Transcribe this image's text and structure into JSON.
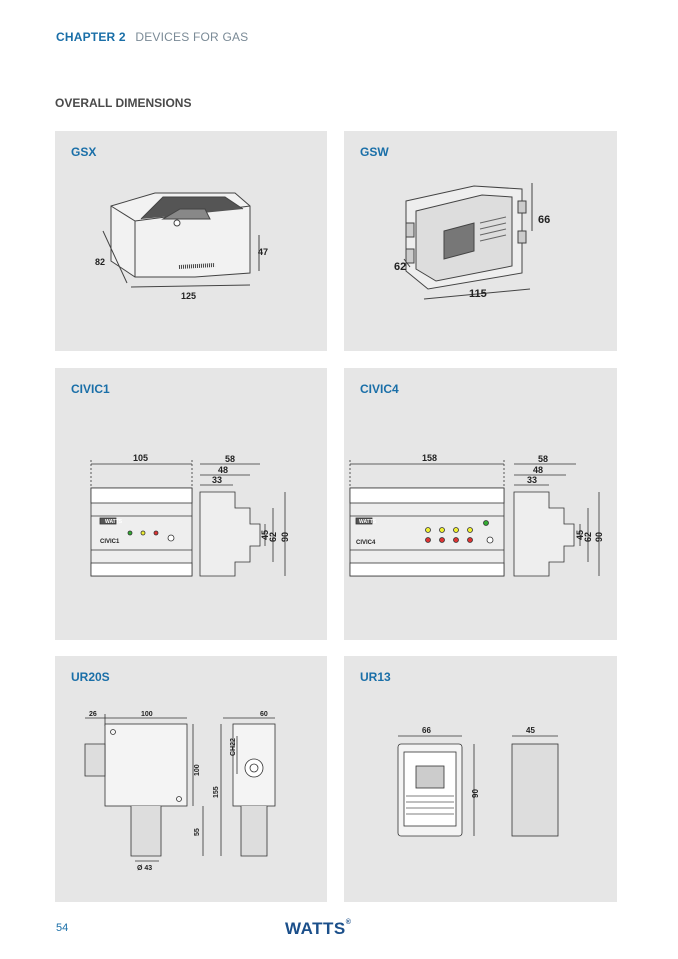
{
  "header": {
    "chapter": "CHAPTER 2",
    "section": "DEVICES FOR GAS"
  },
  "section_title": "OVERALL DIMENSIONS",
  "panels": {
    "gsx": {
      "title": "GSX",
      "dims": [
        "82",
        "47",
        "125"
      ]
    },
    "gsw": {
      "title": "GSW",
      "dims": [
        "66",
        "62",
        "115"
      ]
    },
    "civic1": {
      "title": "CIVIC1",
      "dims": [
        "105",
        "58",
        "48",
        "33",
        "45",
        "62",
        "90"
      ],
      "label": "CIVIC1",
      "brand": "WATTS"
    },
    "civic4": {
      "title": "CIVIC4",
      "dims": [
        "158",
        "58",
        "48",
        "33",
        "45",
        "62",
        "90"
      ],
      "label": "CIVIC4",
      "brand": "WATTS"
    },
    "ur20s": {
      "title": "UR20S",
      "dims": [
        "26",
        "100",
        "60",
        "100",
        "CH22",
        "155",
        "55",
        "Ø 43"
      ]
    },
    "ur13": {
      "title": "UR13",
      "dims": [
        "66",
        "45",
        "90"
      ]
    }
  },
  "footer": {
    "page_number": "54",
    "logo": "WATTS",
    "logo_mark": "®"
  },
  "colors": {
    "accent": "#1a6fa8",
    "panel_bg": "#e6e6e6",
    "logo": "#1b4f8a"
  }
}
